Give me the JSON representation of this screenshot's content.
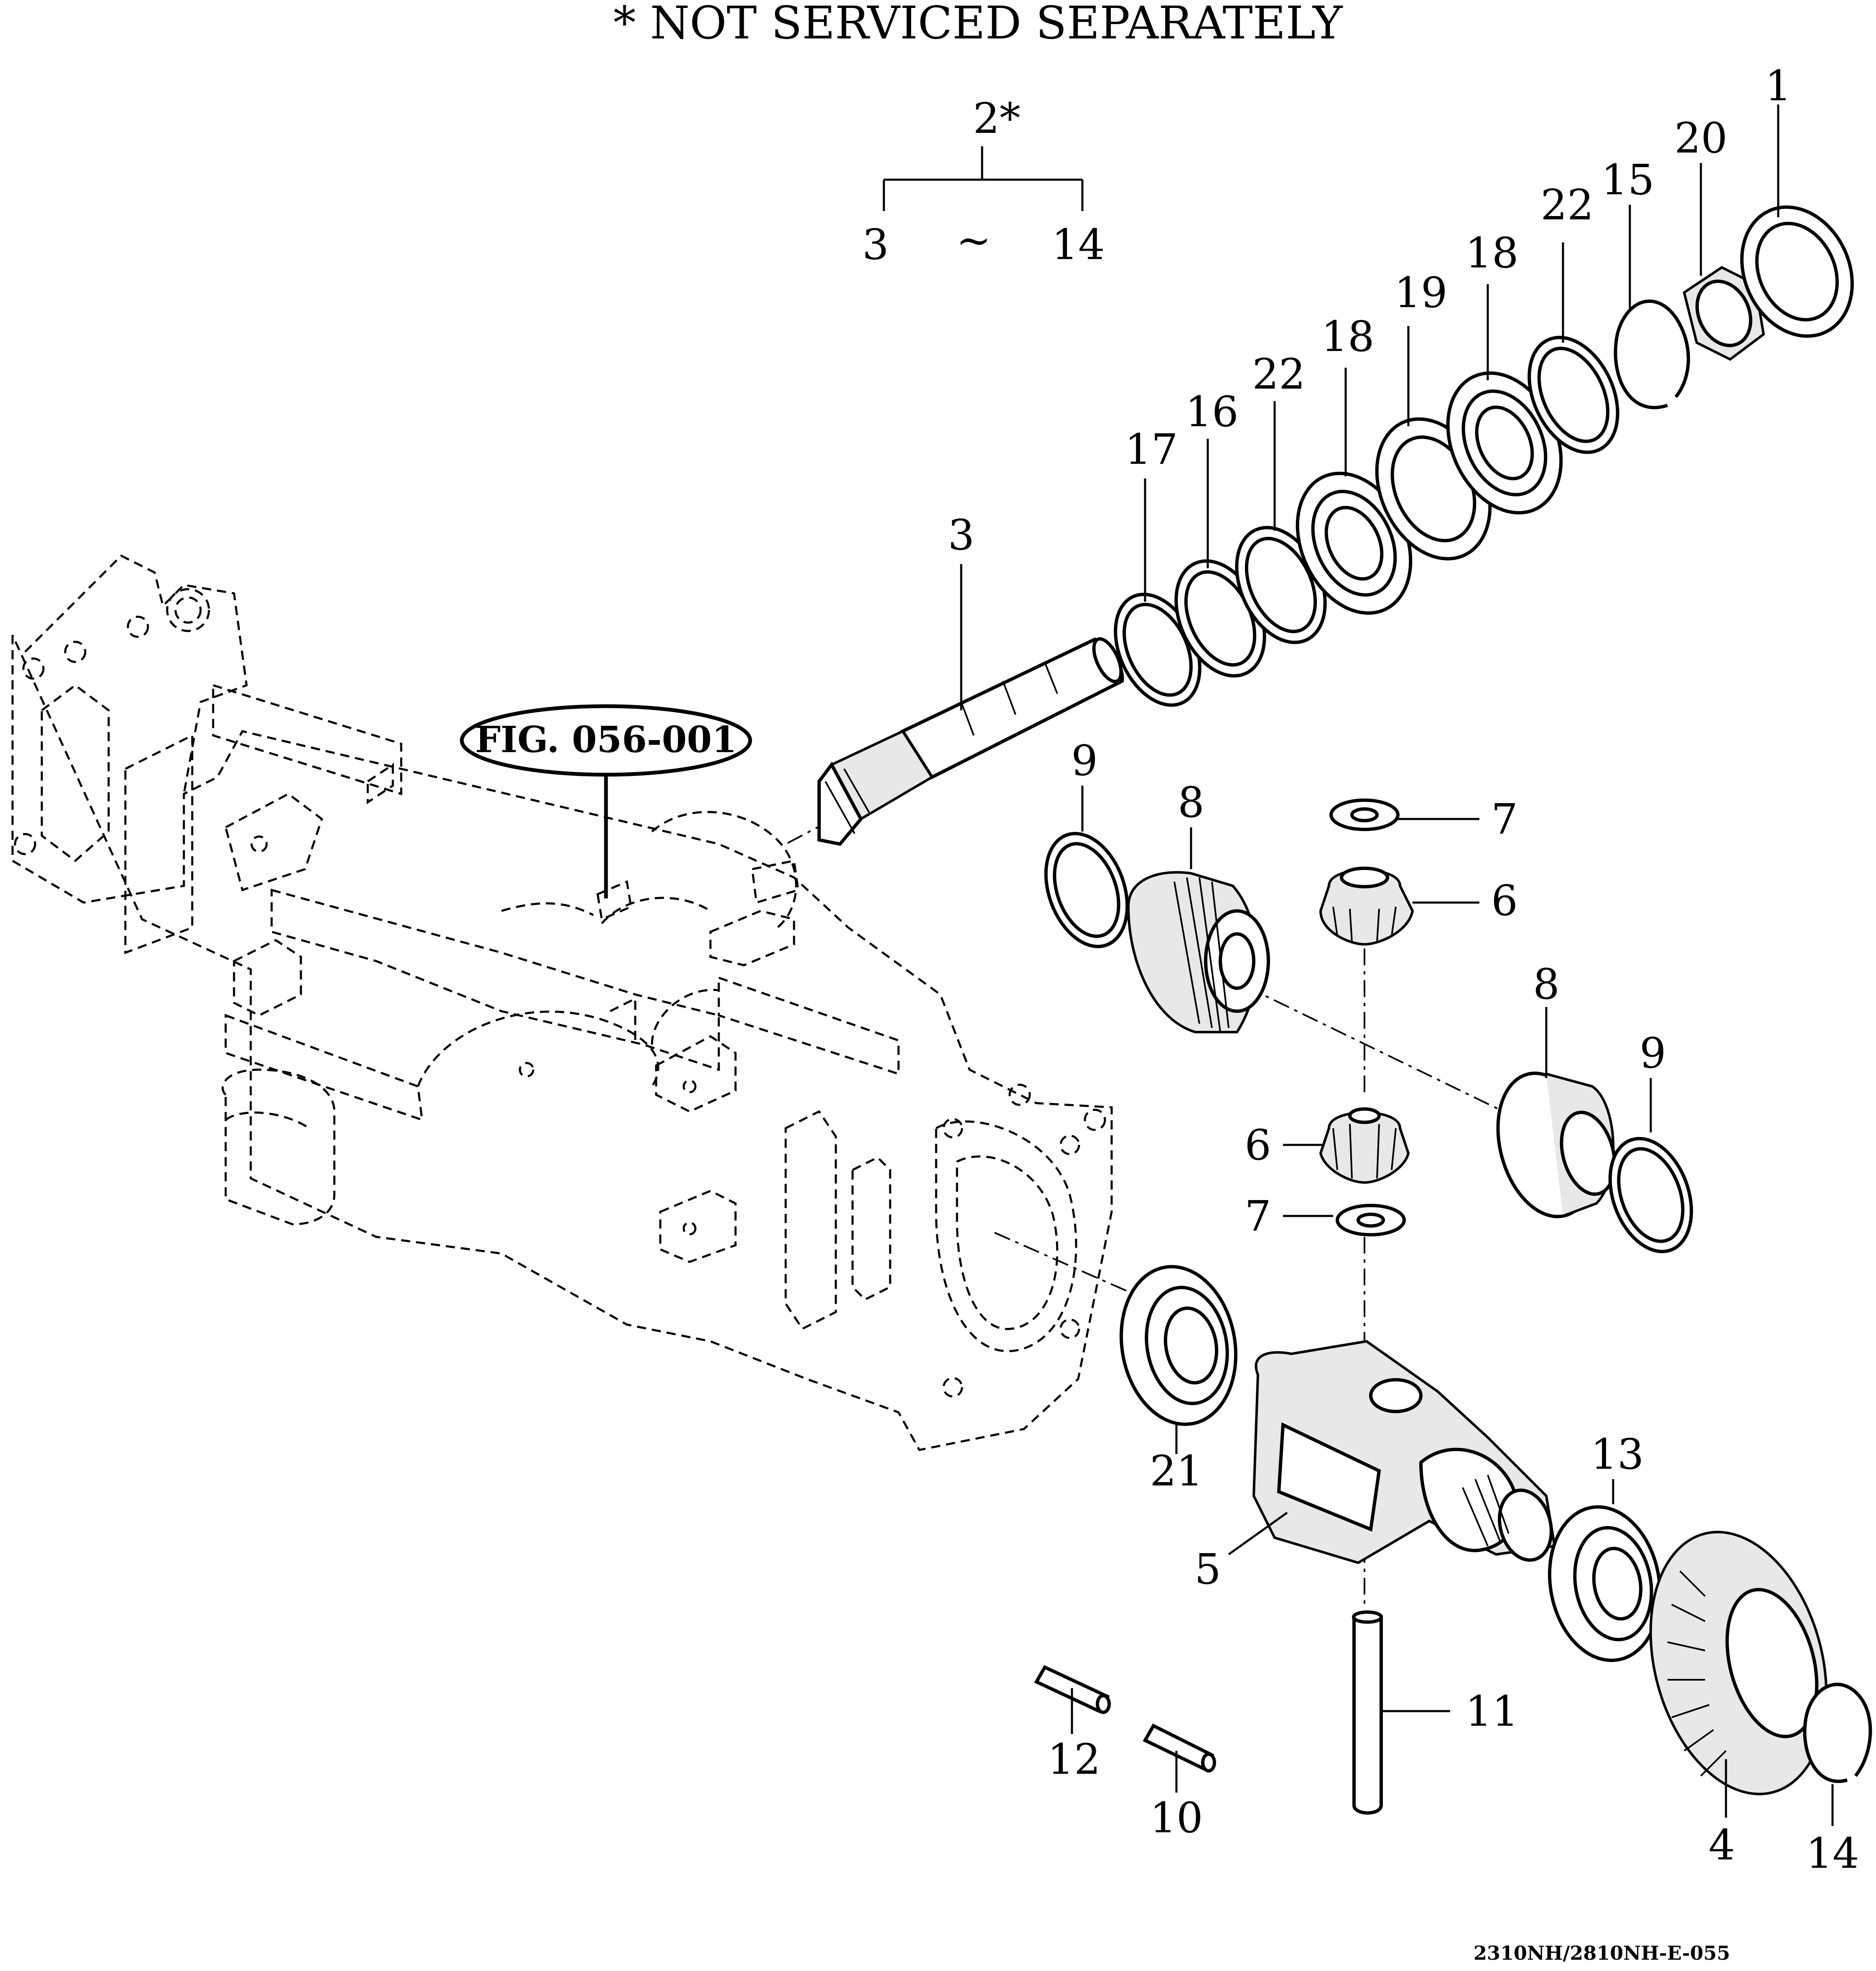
{
  "header": {
    "title": "* NOT SERVICED SEPARATELY"
  },
  "assembly": {
    "label": "2*",
    "range_from": "3",
    "range_sep": "~",
    "range_to": "14"
  },
  "reference": {
    "label": "FIG. 056-001"
  },
  "footer": {
    "code": "2310NH/2810NH-E-055"
  },
  "callouts": [
    {
      "id": "c1",
      "text": "1"
    },
    {
      "id": "c20",
      "text": "20"
    },
    {
      "id": "c15",
      "text": "15"
    },
    {
      "id": "c22a",
      "text": "22"
    },
    {
      "id": "c18a",
      "text": "18"
    },
    {
      "id": "c19",
      "text": "19"
    },
    {
      "id": "c18b",
      "text": "18"
    },
    {
      "id": "c22b",
      "text": "22"
    },
    {
      "id": "c16",
      "text": "16"
    },
    {
      "id": "c17",
      "text": "17"
    },
    {
      "id": "c3",
      "text": "3"
    },
    {
      "id": "c9a",
      "text": "9"
    },
    {
      "id": "c8a",
      "text": "8"
    },
    {
      "id": "c7a",
      "text": "7"
    },
    {
      "id": "c6a",
      "text": "6"
    },
    {
      "id": "c8b",
      "text": "8"
    },
    {
      "id": "c9b",
      "text": "9"
    },
    {
      "id": "c6b",
      "text": "6"
    },
    {
      "id": "c7b",
      "text": "7"
    },
    {
      "id": "c21",
      "text": "21"
    },
    {
      "id": "c13",
      "text": "13"
    },
    {
      "id": "c5",
      "text": "5"
    },
    {
      "id": "c11",
      "text": "11"
    },
    {
      "id": "c12",
      "text": "12"
    },
    {
      "id": "c10",
      "text": "10"
    },
    {
      "id": "c4",
      "text": "4"
    },
    {
      "id": "c14",
      "text": "14"
    }
  ]
}
